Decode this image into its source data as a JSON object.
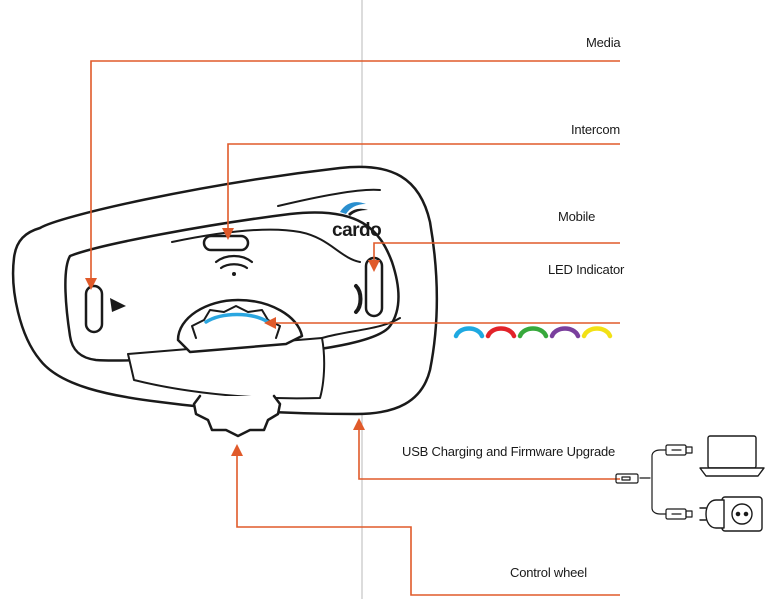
{
  "labels": {
    "media": "Media",
    "intercom": "Intercom",
    "mobile": "Mobile",
    "led_indicator": "LED Indicator",
    "usb": "USB Charging and Firmware Upgrade",
    "control_wheel": "Control wheel"
  },
  "device": {
    "brand_logo_text": "cardo"
  },
  "colors": {
    "callout_line": "#e05a2a",
    "device_outline": "#1a1a1a",
    "led_ring": "#2aa6e0",
    "divider": "#b8b8b8"
  },
  "led_colors": [
    {
      "name": "blue",
      "color": "#1fa9e1"
    },
    {
      "name": "red",
      "color": "#e2232a"
    },
    {
      "name": "green",
      "color": "#37a93c"
    },
    {
      "name": "purple",
      "color": "#7a3f9d"
    },
    {
      "name": "yellow",
      "color": "#f2e116"
    }
  ],
  "icons": {
    "media_button": "play-triangle-icon",
    "intercom_button": "wifi-signal-icon",
    "mobile_button": "phone-handset-icon",
    "laptop": "laptop-icon",
    "wall_charger": "wall-charger-icon",
    "usb_plug": "usb-plug-icon"
  }
}
